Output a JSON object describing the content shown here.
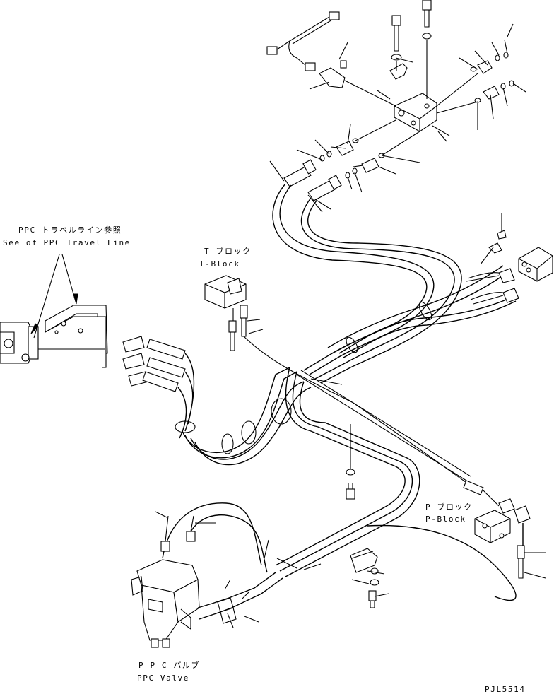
{
  "labels": {
    "ppc_travel_jp": "PPC トラベルライン参照",
    "ppc_travel_en": "See of PPC Travel Line",
    "t_block_jp": "T ブロック",
    "t_block_en": "T-Block",
    "p_block_jp": "P ブロック",
    "p_block_en": "P-Block",
    "ppc_valve_jp": "P P C バルブ",
    "ppc_valve_en": "PPC Valve",
    "drawing_code": "PJL5514"
  },
  "colors": {
    "line": "#000000",
    "background": "#ffffff"
  }
}
